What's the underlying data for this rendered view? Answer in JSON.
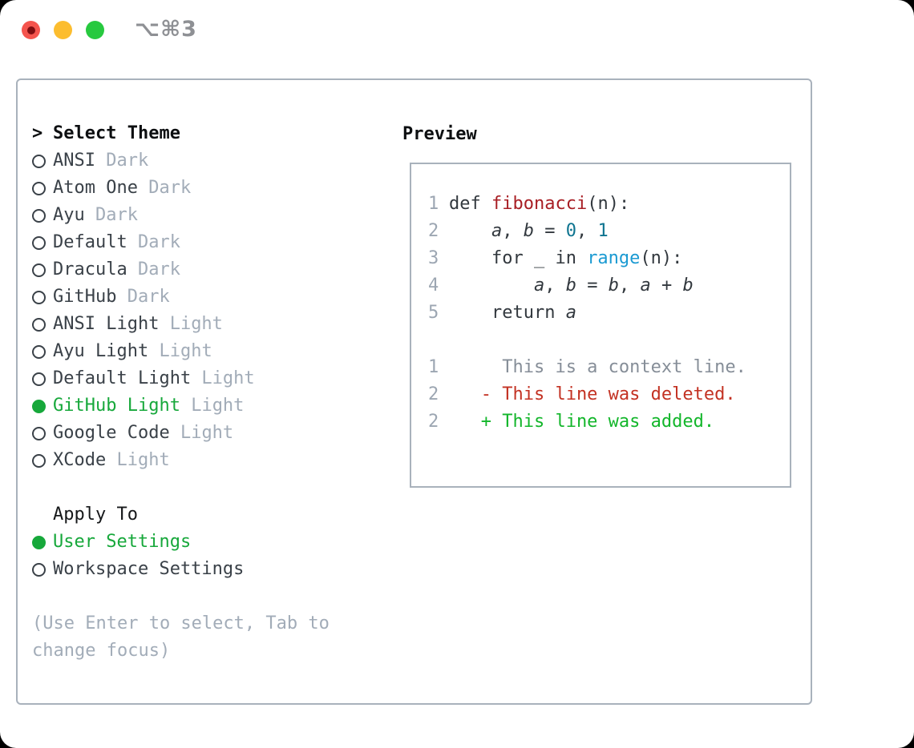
{
  "window": {
    "title": "⌥⌘3",
    "traffic_lights": [
      {
        "name": "close",
        "color": "#f4544d"
      },
      {
        "name": "minimize",
        "color": "#fcbd2f"
      },
      {
        "name": "zoom",
        "color": "#27c93f"
      }
    ]
  },
  "colors": {
    "accent_green": "#17a83b",
    "panel_border": "#a9b2bc",
    "muted_gray": "#a2acb8",
    "text_dark": "#3a4148",
    "code_function_red": "#a81e24",
    "code_number_teal": "#0e7490",
    "code_builtin_blue": "#1b9ad2",
    "diff_deleted_red": "#c33223",
    "diff_added_green": "#13b62b"
  },
  "theme_picker": {
    "prompt_marker": ">",
    "prompt_label": "Select Theme",
    "items": [
      {
        "name": "ANSI",
        "tag": "Dark",
        "selected": false
      },
      {
        "name": "Atom One",
        "tag": "Dark",
        "selected": false
      },
      {
        "name": "Ayu",
        "tag": "Dark",
        "selected": false
      },
      {
        "name": "Default",
        "tag": "Dark",
        "selected": false
      },
      {
        "name": "Dracula",
        "tag": "Dark",
        "selected": false
      },
      {
        "name": "GitHub",
        "tag": "Dark",
        "selected": false
      },
      {
        "name": "ANSI Light",
        "tag": "Light",
        "selected": false
      },
      {
        "name": "Ayu Light",
        "tag": "Light",
        "selected": false
      },
      {
        "name": "Default Light",
        "tag": "Light",
        "selected": false
      },
      {
        "name": "GitHub Light",
        "tag": "Light",
        "selected": true
      },
      {
        "name": "Google Code",
        "tag": "Light",
        "selected": false
      },
      {
        "name": "XCode",
        "tag": "Light",
        "selected": false
      }
    ],
    "apply_to": {
      "label": "Apply To",
      "options": [
        {
          "name": "User Settings",
          "selected": true
        },
        {
          "name": "Workspace Settings",
          "selected": false
        }
      ]
    },
    "hint_line1": "(Use Enter to select, Tab to",
    "hint_line2": "change focus)"
  },
  "preview": {
    "label": "Preview",
    "code_lines": [
      {
        "num": "1",
        "segments": [
          {
            "text": "def ",
            "style": "plain"
          },
          {
            "text": "fibonacci",
            "style": "function"
          },
          {
            "text": "(n):",
            "style": "plain"
          }
        ]
      },
      {
        "num": "2",
        "segments": [
          {
            "text": "    ",
            "style": "plain"
          },
          {
            "text": "a",
            "style": "variable"
          },
          {
            "text": ", ",
            "style": "plain"
          },
          {
            "text": "b",
            "style": "variable"
          },
          {
            "text": " = ",
            "style": "plain"
          },
          {
            "text": "0",
            "style": "number"
          },
          {
            "text": ", ",
            "style": "plain"
          },
          {
            "text": "1",
            "style": "number"
          }
        ]
      },
      {
        "num": "3",
        "segments": [
          {
            "text": "    for _ in ",
            "style": "plain"
          },
          {
            "text": "range",
            "style": "builtin"
          },
          {
            "text": "(n):",
            "style": "plain"
          }
        ]
      },
      {
        "num": "4",
        "segments": [
          {
            "text": "        ",
            "style": "plain"
          },
          {
            "text": "a",
            "style": "variable"
          },
          {
            "text": ", ",
            "style": "plain"
          },
          {
            "text": "b",
            "style": "variable"
          },
          {
            "text": " = ",
            "style": "plain"
          },
          {
            "text": "b",
            "style": "variable"
          },
          {
            "text": ", ",
            "style": "plain"
          },
          {
            "text": "a",
            "style": "variable"
          },
          {
            "text": " + ",
            "style": "plain"
          },
          {
            "text": "b",
            "style": "variable"
          }
        ]
      },
      {
        "num": "5",
        "segments": [
          {
            "text": "    return ",
            "style": "plain"
          },
          {
            "text": "a",
            "style": "variable"
          }
        ]
      },
      {
        "num": "",
        "segments": []
      },
      {
        "num": "1",
        "segments": [
          {
            "text": "     This is a context line.",
            "style": "context"
          }
        ]
      },
      {
        "num": "2",
        "segments": [
          {
            "text": "   - This line was deleted.",
            "style": "deleted"
          }
        ]
      },
      {
        "num": "2",
        "segments": [
          {
            "text": "   + This line was added.",
            "style": "added"
          }
        ]
      }
    ]
  }
}
